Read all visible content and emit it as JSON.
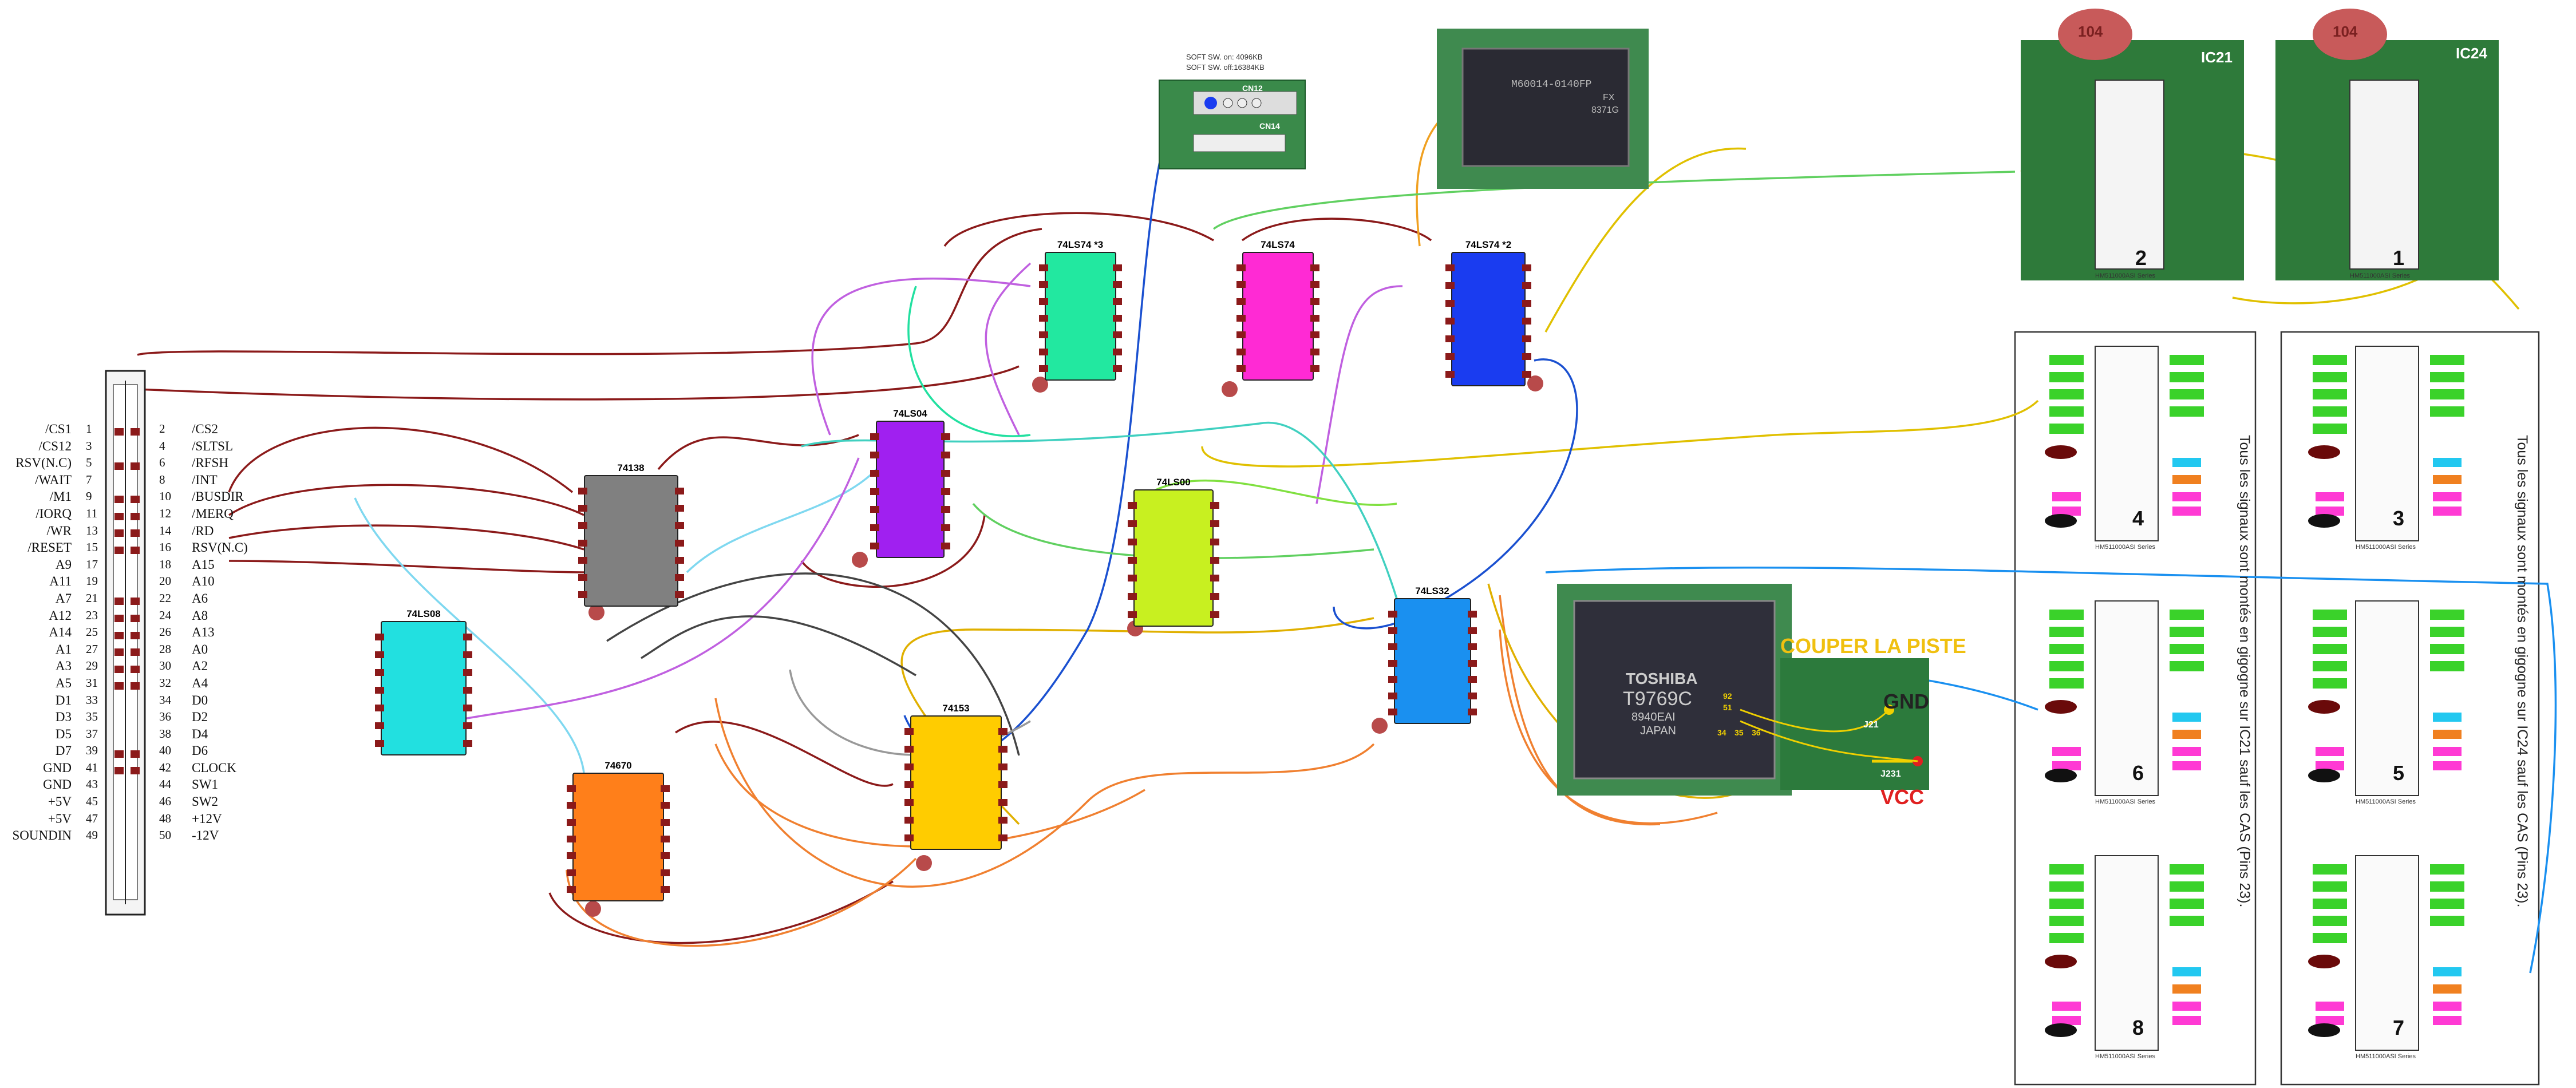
{
  "connector": {
    "left_labels": [
      "/CS1",
      "/CS12",
      "RSV(N.C)",
      "/WAIT",
      "/M1",
      "/IORQ",
      "/WR",
      "/RESET",
      "A9",
      "A11",
      "A7",
      "A12",
      "A14",
      "A1",
      "A3",
      "A5",
      "D1",
      "D3",
      "D5",
      "D7",
      "GND",
      "GND",
      "+5V",
      "+5V",
      "SOUNDIN"
    ],
    "odd_pins": [
      "1",
      "3",
      "5",
      "7",
      "9",
      "11",
      "13",
      "15",
      "17",
      "19",
      "21",
      "23",
      "25",
      "27",
      "29",
      "31",
      "33",
      "35",
      "37",
      "39",
      "41",
      "43",
      "45",
      "47",
      "49"
    ],
    "even_pins": [
      "2",
      "4",
      "6",
      "8",
      "10",
      "12",
      "14",
      "16",
      "18",
      "20",
      "22",
      "24",
      "26",
      "28",
      "30",
      "32",
      "34",
      "36",
      "38",
      "40",
      "42",
      "44",
      "46",
      "48",
      "50"
    ],
    "right_labels": [
      "/CS2",
      "/SLTSL",
      "/RFSH",
      "/INT",
      "/BUSDIR",
      "/MERQ",
      "/RD",
      "RSV(N.C)",
      "A15",
      "A10",
      "A6",
      "A8",
      "A13",
      "A0",
      "A2",
      "A4",
      "D0",
      "D2",
      "D4",
      "D6",
      "CLOCK",
      "SW1",
      "SW2",
      "+12V",
      "-12V"
    ]
  },
  "chips": {
    "c74138": "74138",
    "c74ls08": "74LS08",
    "c74670": "74670",
    "c74ls04": "74LS04",
    "c74153": "74153",
    "c74ls74_3": "74LS74 *3",
    "c74ls74": "74LS74",
    "c74ls74_2": "74LS74 *2",
    "c74ls00": "74LS00",
    "c74ls32": "74LS32"
  },
  "chip_colors": {
    "c74138": "#808080",
    "c74ls08": "#22e0e0",
    "c74670": "#ff7f1a",
    "c74ls04": "#a020f0",
    "c74153": "#ffcc00",
    "c74ls74_3": "#22e8a0",
    "c74ls74": "#ff2ad4",
    "c74ls74_2": "#1a3cf0",
    "c74ls00": "#c8f020",
    "c74ls32": "#1a90f0"
  },
  "softsw": {
    "line1": "SOFT SW. on: 4096KB",
    "line2": "SOFT SW. off:16384KB",
    "cn12": "CN12",
    "cn14": "CN14"
  },
  "toshiba": {
    "brand": "TOSHIBA",
    "part": "T9769C",
    "code": "8940EAI",
    "country": "JAPAN"
  },
  "mapper_chip": {
    "part": "M60014-0140FP",
    "code1": "FX",
    "code2": "8371G"
  },
  "annotations": {
    "cut": "COUPER LA PISTE",
    "gnd": "GND",
    "vcc": "VCC",
    "j21": "J21",
    "j231": "J231"
  },
  "pin_numbers": {
    "p92": "92",
    "p51": "51",
    "p34": "34",
    "p35": "35",
    "p36": "36"
  },
  "ram": {
    "ic21": "IC21",
    "ic24": "IC24",
    "cap": "104",
    "num1": "1",
    "num2": "2",
    "num3": "3",
    "num4": "4",
    "num5": "5",
    "num6": "6",
    "num7": "7",
    "num8": "8",
    "series": "HM511000ASI Series",
    "note_ic21": "Tous les signaux sont montés en gigogne sur IC21 sauf les CAS (Pins 23).",
    "note_ic24": "Tous les signaux sont montés en gigogne sur IC24 sauf les CAS (Pins 23)."
  }
}
